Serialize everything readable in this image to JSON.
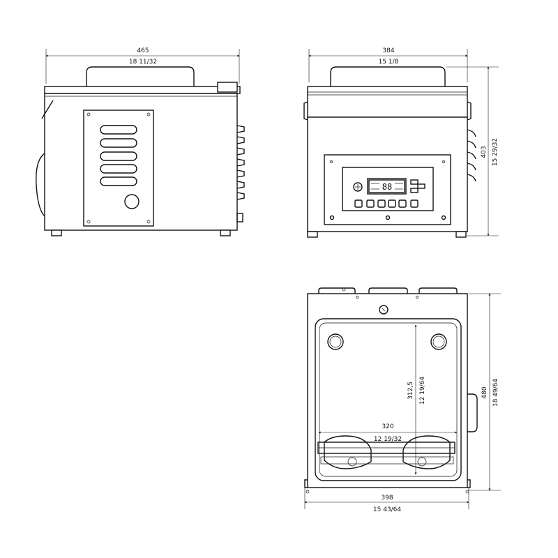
{
  "dimensions": {
    "side_width_mm": "465",
    "side_width_in": "18 11/32",
    "front_width_mm": "384",
    "front_width_in": "15 1/8",
    "front_height_mm": "403",
    "front_height_in": "15 29/32",
    "top_depth_mm": "480",
    "top_depth_in": "18 49/64",
    "top_width_mm": "398",
    "top_width_in": "15 43/64",
    "chamber_width_mm": "320",
    "chamber_width_in": "12 19/32",
    "chamber_depth_mm": "312,5",
    "chamber_depth_in": "12 19/64"
  },
  "display": {
    "readout": "88"
  }
}
